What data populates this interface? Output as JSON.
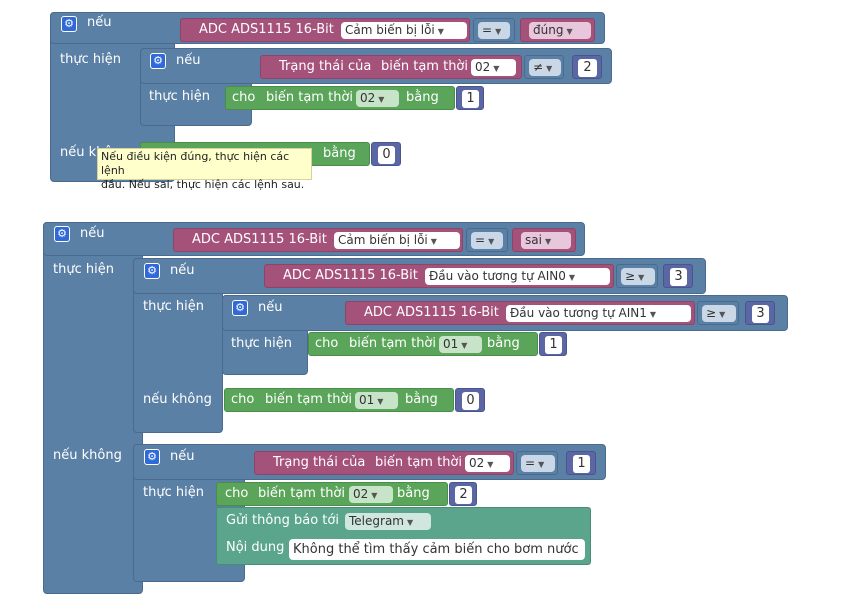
{
  "labels": {
    "if": "nếu",
    "do": "thực hiện",
    "else": "nếu không",
    "set": "cho",
    "to": "bằng",
    "adc": "ADC ADS1115 16-Bit",
    "state_of": "Trạng thái của",
    "send_to": "Gửi thông báo tới",
    "content": "Nội dung"
  },
  "dropdowns": {
    "sensor_error": "Cảm biến bị lỗi",
    "temp_var": "biến tạm thời",
    "temp_02": "02",
    "temp_01": "01",
    "ain0": "Đầu vào tương tự  AIN0",
    "ain1": "Đầu vào tương tự  AIN1",
    "op_eq": "=",
    "op_neq": "≠",
    "op_ge": "≥",
    "bool_true": "đúng",
    "bool_false": "sai",
    "telegram": "Telegram"
  },
  "values": {
    "v0": "0",
    "v1": "1",
    "v2": "2",
    "v3": "3"
  },
  "message_text": "Không thể tìm thấy cảm biến cho bơm nước",
  "tooltip": {
    "line1": "Nếu điều kiện đúng, thực hiện các lệnh",
    "line2": "đầu. Nếu sai, thực hiện các lệnh sau."
  },
  "icons": {
    "gear": "⚙",
    "dropdown": "▼"
  },
  "colors": {
    "logic_block": "#5b80a5",
    "sensor_block": "#a5527b",
    "variable_block": "#5ba55b",
    "math_block": "#5b67a5",
    "notify_block": "#5ba58c",
    "tooltip_bg": "#ffffcc"
  }
}
